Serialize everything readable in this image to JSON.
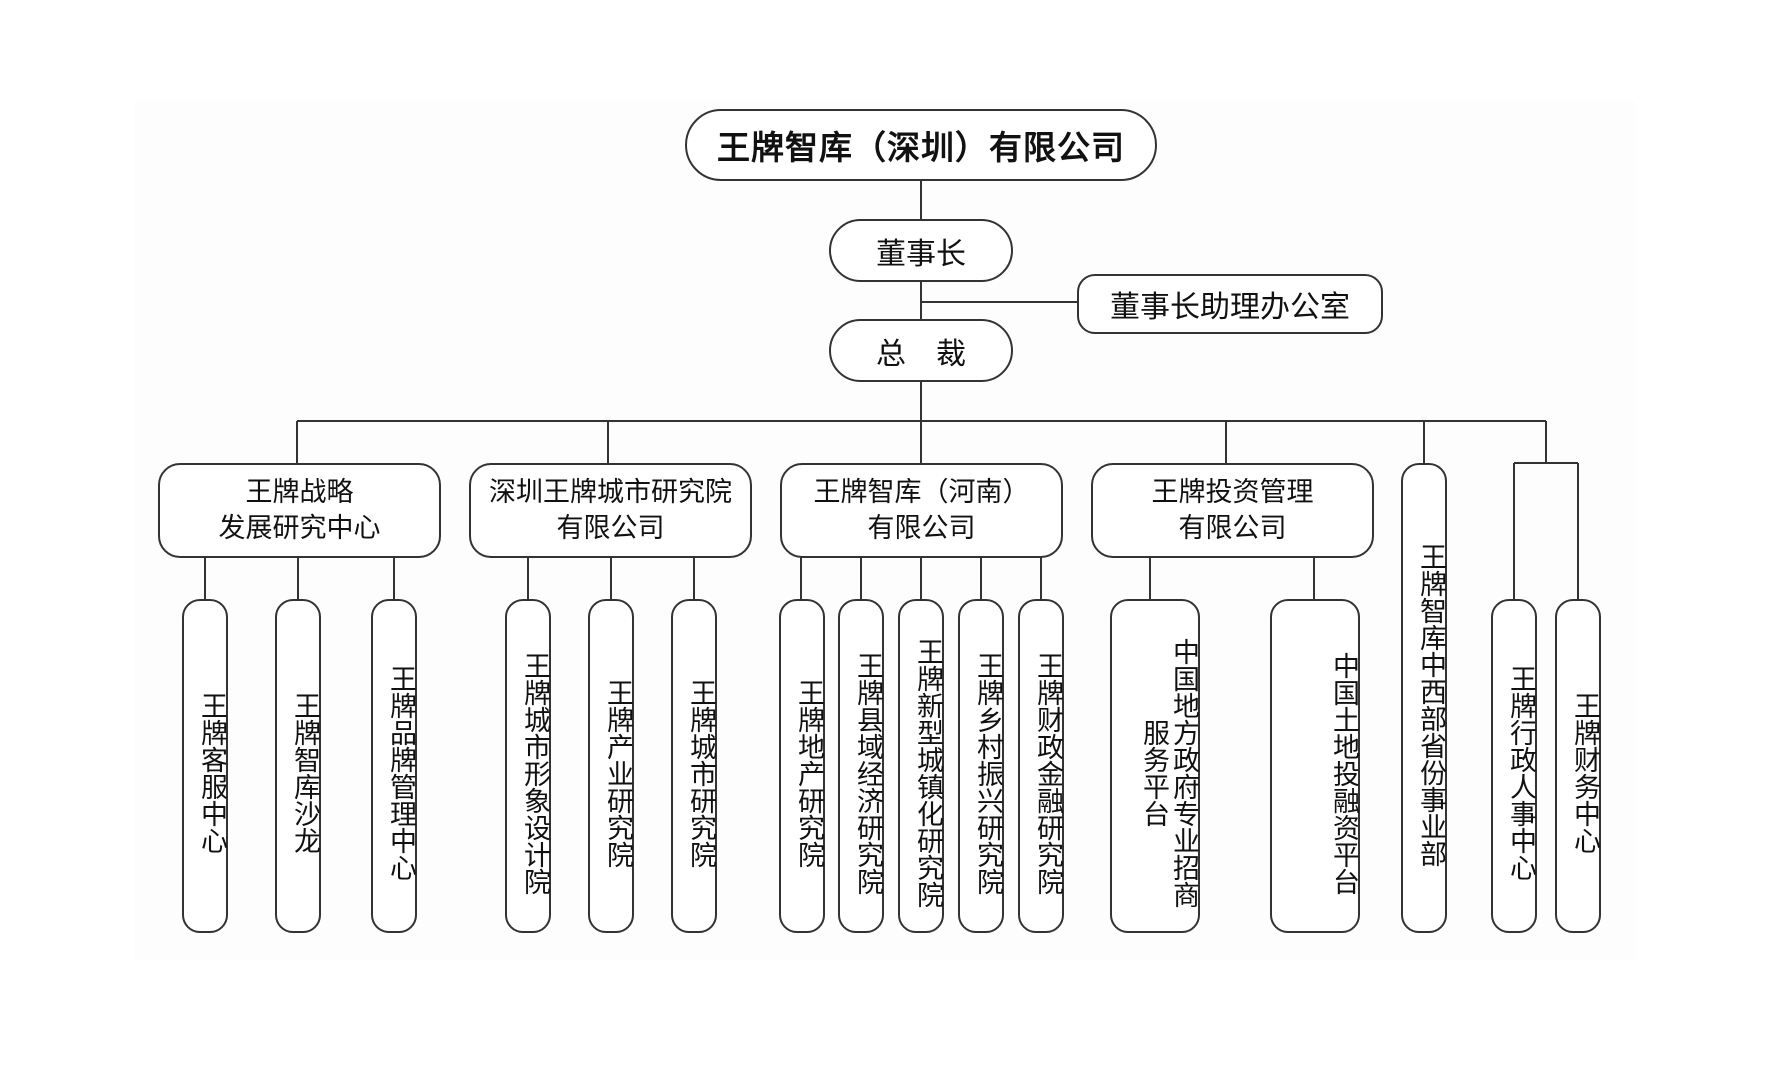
{
  "company": "王牌智库（深圳）有限公司",
  "chairman": "董事长",
  "chairman_office": "董事长助理办公室",
  "president": "总　裁",
  "divisions": {
    "strategy": {
      "name": "王牌战略\n发展研究中心",
      "units": [
        "王牌客服中心",
        "王牌智库沙龙",
        "王牌品牌管理中心"
      ]
    },
    "shenzhen_institute": {
      "name": "深圳王牌城市研究院\n有限公司",
      "units": [
        "王牌城市形象设计院",
        "王牌产业研究院",
        "王牌城市研究院"
      ]
    },
    "henan": {
      "name": "王牌智库（河南）\n有限公司",
      "units": [
        "王牌地产研究院",
        "王牌县域经济研究院",
        "王牌新型城镇化研究院",
        "王牌乡村振兴研究院",
        "王牌财政金融研究院"
      ]
    },
    "investment": {
      "name": "王牌投资管理\n有限公司",
      "units": [
        "中国地方政府专业招商服务平台",
        "中国土地投融资平台"
      ]
    }
  },
  "midwest": "王牌智库中西部省份事业部",
  "admin_hr": "王牌行政人事中心",
  "finance": "王牌财务中心"
}
